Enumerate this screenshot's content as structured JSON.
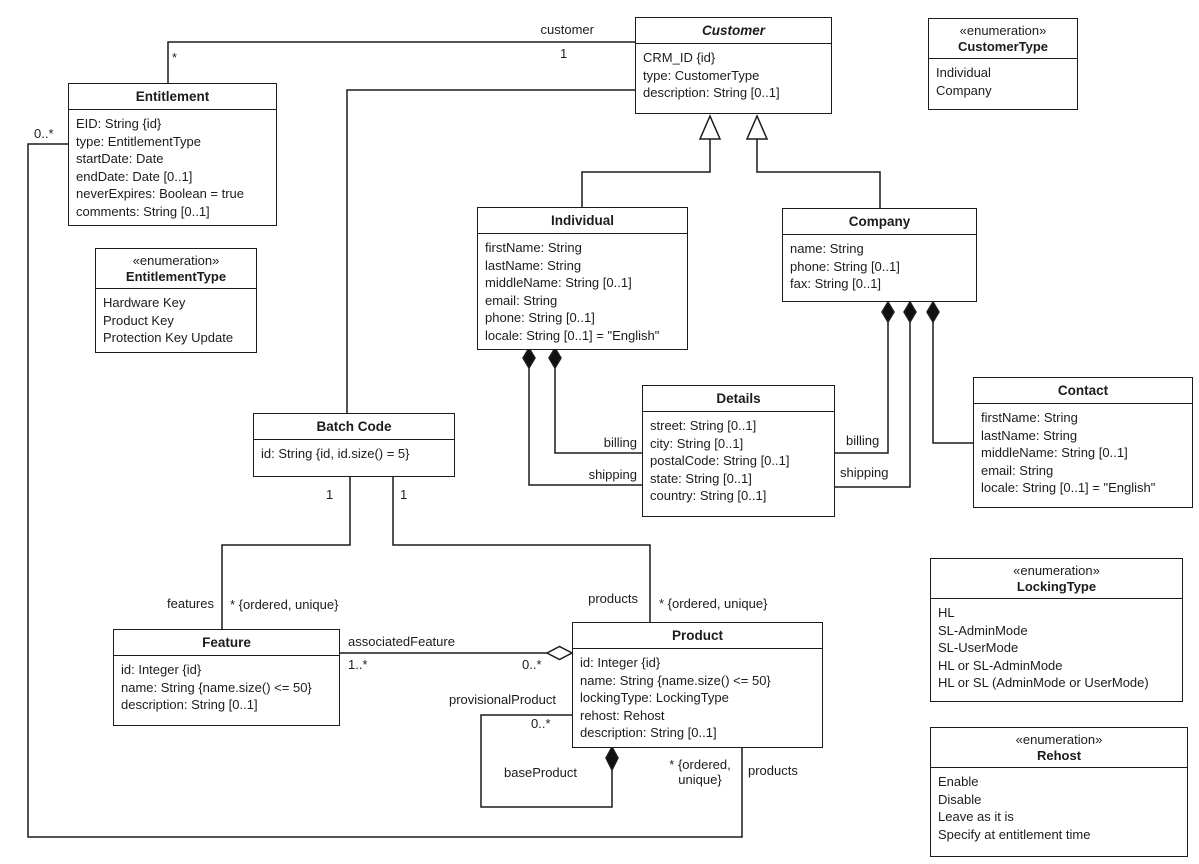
{
  "classes": {
    "customer": {
      "name": "Customer",
      "abstract": true,
      "attributes": [
        "CRM_ID {id}",
        "type: CustomerType",
        "description: String [0..1]"
      ]
    },
    "entitlement": {
      "name": "Entitlement",
      "attributes": [
        "EID: String {id}",
        "type: EntitlementType",
        "startDate: Date",
        "endDate: Date [0..1]",
        "neverExpires: Boolean = true",
        "comments: String [0..1]"
      ]
    },
    "individual": {
      "name": "Individual",
      "attributes": [
        "firstName: String",
        "lastName: String",
        "middleName: String [0..1]",
        "email: String",
        "phone: String [0..1]",
        "locale: String [0..1] = \"English\""
      ]
    },
    "company": {
      "name": "Company",
      "attributes": [
        "name: String",
        "phone: String [0..1]",
        "fax: String [0..1]"
      ]
    },
    "details": {
      "name": "Details",
      "attributes": [
        "street: String [0..1]",
        "city: String [0..1]",
        "postalCode: String [0..1]",
        "state: String [0..1]",
        "country: String [0..1]"
      ]
    },
    "contact": {
      "name": "Contact",
      "attributes": [
        "firstName: String",
        "lastName: String",
        "middleName: String [0..1]",
        "email: String",
        "locale: String [0..1] = \"English\""
      ]
    },
    "batch_code": {
      "name": "Batch Code",
      "attributes": [
        "id: String {id, id.size() = 5}"
      ]
    },
    "feature": {
      "name": "Feature",
      "attributes": [
        "id: Integer {id}",
        "name: String {name.size() <= 50}",
        "description: String [0..1]"
      ]
    },
    "product": {
      "name": "Product",
      "attributes": [
        "id: Integer {id}",
        "name: String {name.size() <= 50}",
        "lockingType: LockingType",
        "rehost: Rehost",
        "description: String [0..1]"
      ]
    }
  },
  "enums": {
    "customer_type": {
      "stereotype": "«enumeration»",
      "name": "CustomerType",
      "literals": [
        "Individual",
        "Company"
      ]
    },
    "entitlement_type": {
      "stereotype": "«enumeration»",
      "name": "EntitlementType",
      "literals": [
        "Hardware Key",
        "Product Key",
        "Protection Key Update"
      ]
    },
    "locking_type": {
      "stereotype": "«enumeration»",
      "name": "LockingType",
      "literals": [
        "HL",
        "SL-AdminMode",
        "SL-UserMode",
        "HL or SL-AdminMode",
        "HL or SL (AdminMode or UserMode)"
      ]
    },
    "rehost": {
      "stereotype": "«enumeration»",
      "name": "Rehost",
      "literals": [
        "Enable",
        "Disable",
        "Leave as it is",
        "Specify at entitlement time"
      ]
    }
  },
  "edge_labels": {
    "customer_role": "customer",
    "customer_mult": "1",
    "entitlement_mult": "*",
    "entitlement_products_mult": "0..*",
    "ind_billing": "billing",
    "ind_shipping": "shipping",
    "comp_billing": "billing",
    "comp_shipping": "shipping",
    "batch_feature_mult": "1",
    "batch_product_mult": "1",
    "features_role": "features",
    "features_mult": "* {ordered, unique}",
    "products_role": "products",
    "products_mult": "* {ordered, unique}",
    "associated_feature_role": "associatedFeature",
    "associated_feature_mult": "1..*",
    "product_agg_mult": "0..*",
    "provisional_product_role": "provisionalProduct",
    "provisional_product_mult": "0..*",
    "base_product_role": "baseProduct",
    "bottom_products_mult": "* {ordered, unique}",
    "bottom_products_role": "products"
  }
}
